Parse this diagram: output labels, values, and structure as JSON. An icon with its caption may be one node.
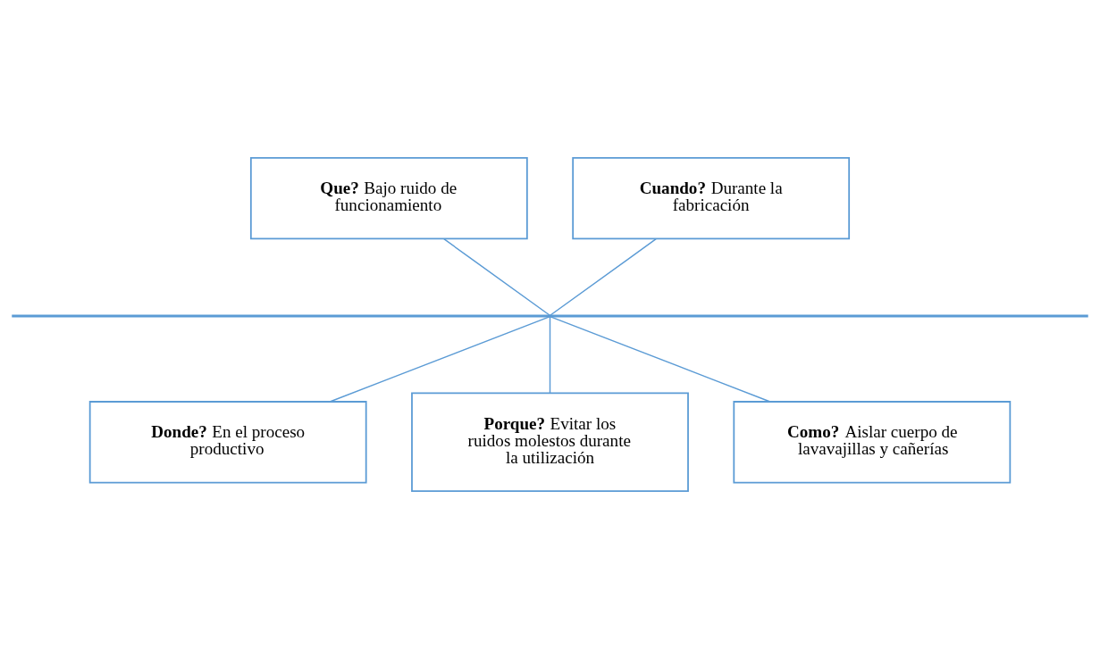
{
  "diagram": {
    "nodes": [
      {
        "text": [
          "**Que?** Bajo ruido de funcionamiento"
        ]
      },
      {
        "text": [
          "**Cuando?** Durante la fabricación"
        ]
      },
      {
        "text": [],
        "shape": "bar"
      },
      {
        "text": [
          "**Donde?** En el proceso productivo"
        ]
      },
      {
        "text": [
          "**Porque?** Evitar los ruidos molestos durante la utilización"
        ]
      },
      {
        "text": [
          "**Como?** Aislar cuerpo de lavavajillas y cañerías"
        ]
      }
    ],
    "edges": [
      {
        "from": 0,
        "to": 2,
        "arrow": "none"
      },
      {
        "from": 1,
        "to": 2,
        "arrow": "none"
      },
      {
        "from": 2,
        "to": 3,
        "arrow": "none"
      },
      {
        "from": 2,
        "to": 4,
        "arrow": "none"
      },
      {
        "from": 2,
        "to": 5,
        "arrow": "none"
      }
    ]
  }
}
